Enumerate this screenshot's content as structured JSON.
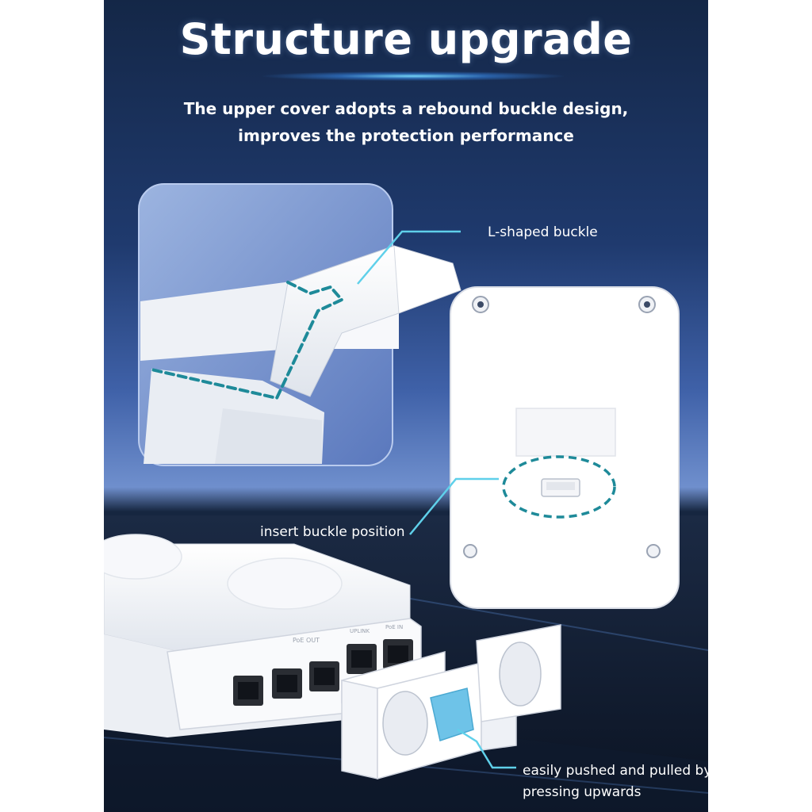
{
  "title": "Structure upgrade",
  "subtitle_lines": [
    "The upper cover adopts a rebound buckle design,",
    "improves the protection performance"
  ],
  "callouts": {
    "l_shaped": "L-shaped buckle",
    "insert": "insert buckle position",
    "easy_line1": "easily pushed and pulled by",
    "easy_line2": "pressing upwards"
  },
  "device_labels": [
    "PoE OUT",
    "UPLINK",
    "PoE IN"
  ],
  "colors": {
    "accent_teal": "#1e8a99",
    "callout_line": "#5fd0ea",
    "background_top": "#142747",
    "background_mid": "#3f61a8"
  }
}
